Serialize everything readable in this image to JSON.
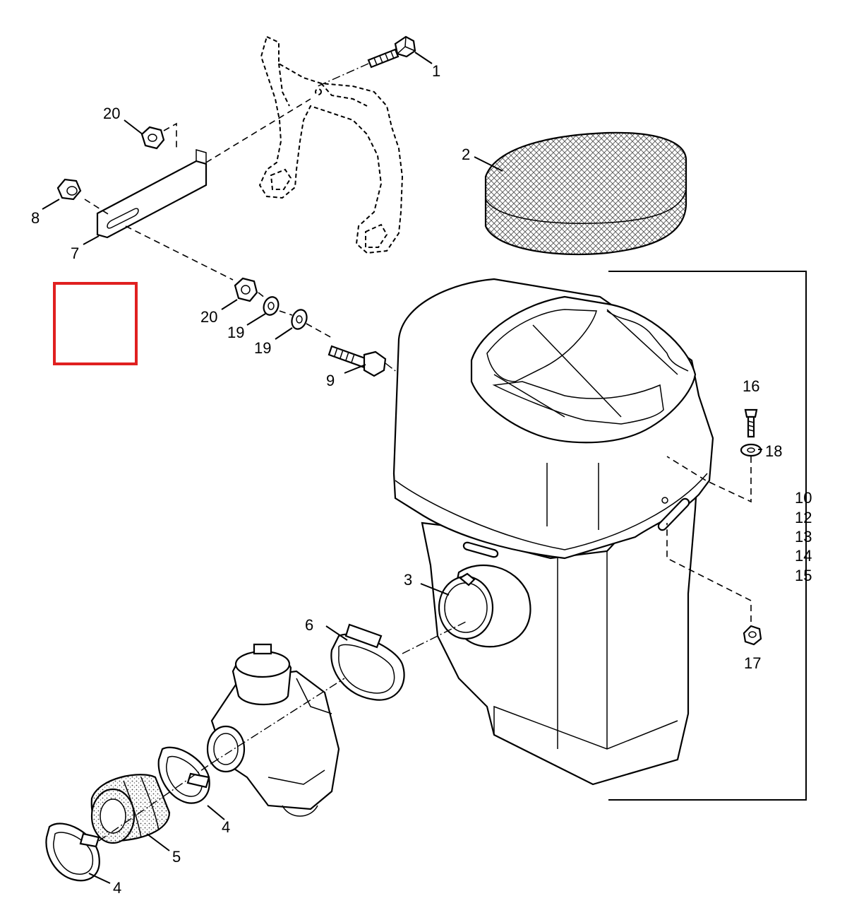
{
  "diagram": {
    "callouts": {
      "c1": "1",
      "c2": "2",
      "c3": "3",
      "c4a": "4",
      "c4b": "4",
      "c5": "5",
      "c6": "6",
      "c7": "7",
      "c8": "8",
      "c9": "9",
      "c16": "16",
      "c17": "17",
      "c18": "18",
      "c19a": "19",
      "c19b": "19",
      "c20a": "20",
      "c20b": "20",
      "group": [
        "10",
        "12",
        "13",
        "14",
        "15"
      ]
    },
    "highlight_color": "#e02020",
    "line_color": "#000000"
  }
}
